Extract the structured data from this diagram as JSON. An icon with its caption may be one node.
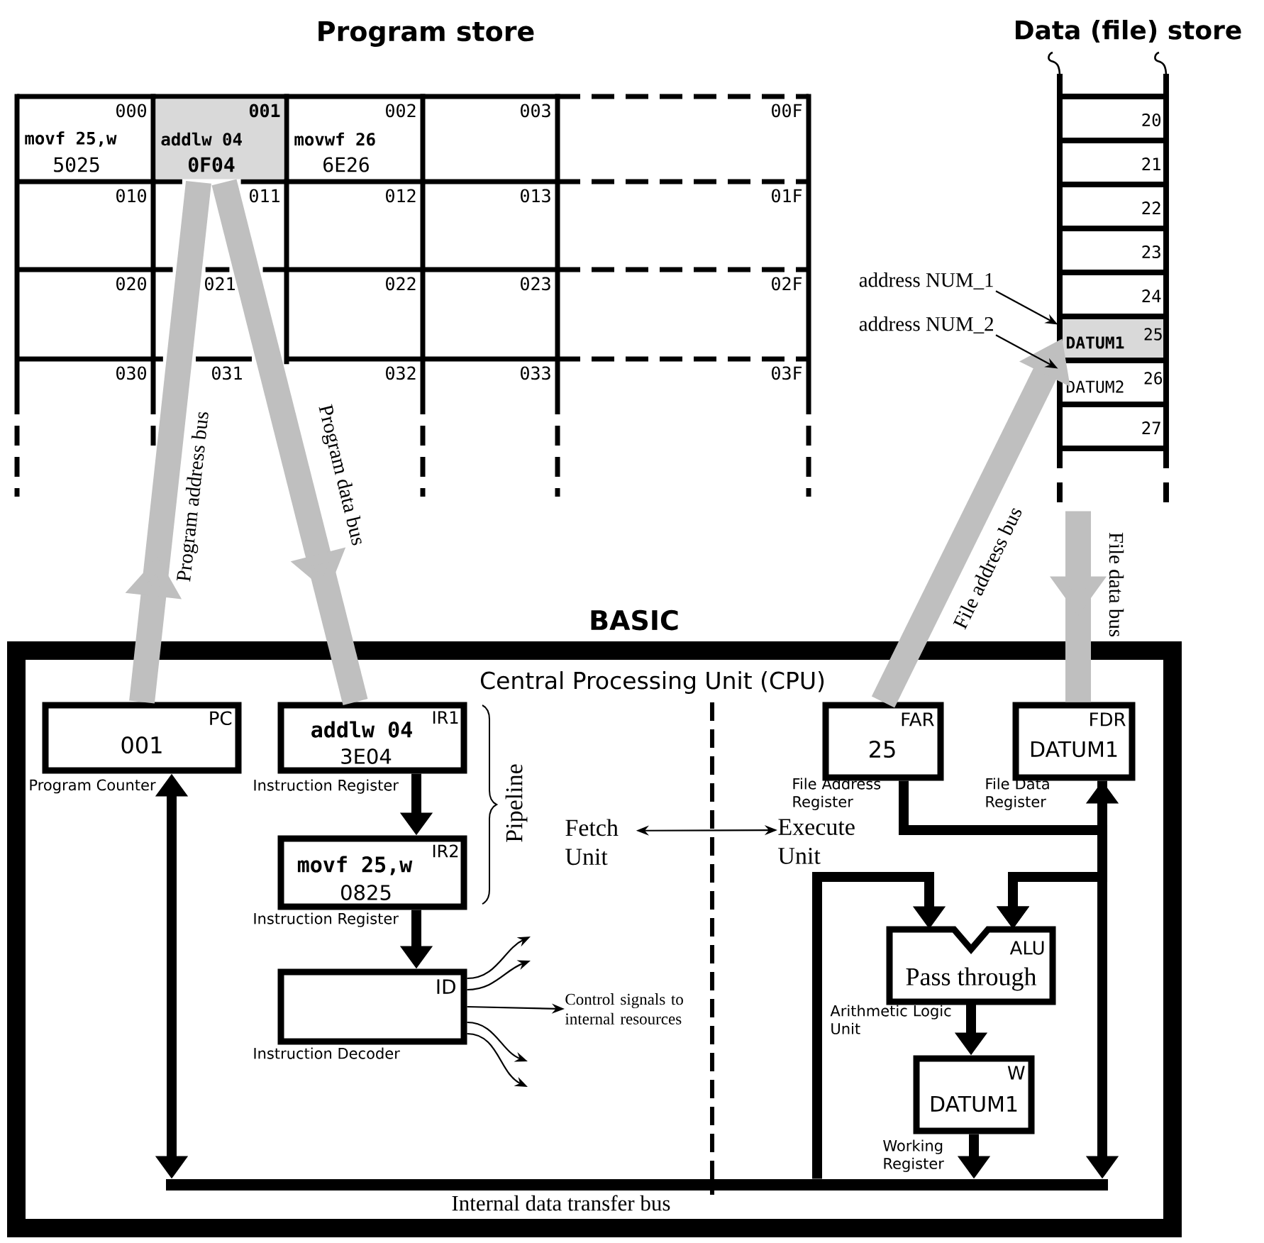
{
  "diagram": {
    "nodes": [
      {
        "text": [
          "Program store"
        ]
      },
      {
        "text": [
          "000",
          "movf 25,w",
          "5025"
        ],
        "in": 0
      },
      {
        "text": [
          "001",
          "addlw 04",
          "0F04"
        ],
        "in": 0
      },
      {
        "text": [
          "002",
          "movwf 26",
          "6E26"
        ],
        "in": 0
      },
      {
        "text": [
          "003"
        ],
        "in": 0
      },
      {
        "text": [
          "00F"
        ],
        "in": 0
      },
      {
        "text": [
          "010"
        ],
        "in": 0
      },
      {
        "text": [
          "011"
        ],
        "in": 0
      },
      {
        "text": [
          "012"
        ],
        "in": 0
      },
      {
        "text": [
          "013"
        ],
        "in": 0
      },
      {
        "text": [
          "01F"
        ],
        "in": 0
      },
      {
        "text": [
          "020"
        ],
        "in": 0
      },
      {
        "text": [
          "021"
        ],
        "in": 0
      },
      {
        "text": [
          "022"
        ],
        "in": 0
      },
      {
        "text": [
          "023"
        ],
        "in": 0
      },
      {
        "text": [
          "02F"
        ],
        "in": 0
      },
      {
        "text": [
          "030"
        ],
        "in": 0
      },
      {
        "text": [
          "031"
        ],
        "in": 0
      },
      {
        "text": [
          "032"
        ],
        "in": 0
      },
      {
        "text": [
          "033"
        ],
        "in": 0
      },
      {
        "text": [
          "03F"
        ],
        "in": 0
      },
      {
        "text": [
          "Data (file) store"
        ]
      },
      {
        "text": [
          "20"
        ],
        "in": 21
      },
      {
        "text": [
          "21"
        ],
        "in": 21
      },
      {
        "text": [
          "22"
        ],
        "in": 21
      },
      {
        "text": [
          "23"
        ],
        "in": 21
      },
      {
        "text": [
          "24"
        ],
        "in": 21
      },
      {
        "text": [
          "DATUM1",
          "25"
        ],
        "in": 21
      },
      {
        "text": [
          "DATUM2",
          "26"
        ],
        "in": 21
      },
      {
        "text": [
          "27"
        ],
        "in": 21
      },
      {
        "text": [
          "address NUM_1"
        ]
      },
      {
        "text": [
          "address NUM_2"
        ]
      },
      {
        "text": [
          "BASIC",
          "Central Processing Unit (CPU)"
        ]
      },
      {
        "text": [
          "PC",
          "001"
        ],
        "beside": [
          "Program Counter"
        ],
        "in": 32
      },
      {
        "text": [
          "addlw 04",
          "IR1",
          "3E04"
        ],
        "beside": [
          "Instruction Register"
        ],
        "in": 32
      },
      {
        "text": [
          "movf 25,w",
          "IR2",
          "0825"
        ],
        "beside": [
          "Instruction Register"
        ],
        "in": 32
      },
      {
        "text": [
          "ID"
        ],
        "beside": [
          "Instruction Decoder"
        ],
        "in": 32
      },
      {
        "text": [
          "Fetch Unit"
        ],
        "in": 32
      },
      {
        "text": [
          "Execute Unit"
        ],
        "in": 32
      },
      {
        "text": [
          "Control signals to internal resources"
        ],
        "in": 32
      },
      {
        "text": [
          "FAR",
          "25"
        ],
        "beside": [
          "File Address Register"
        ],
        "in": 32
      },
      {
        "text": [
          "FDR",
          "DATUM1"
        ],
        "beside": [
          "File Data Register"
        ],
        "in": 32
      },
      {
        "text": [
          "ALU",
          "Pass through"
        ],
        "beside": [
          "Arithmetic Logic Unit"
        ],
        "in": 32
      },
      {
        "text": [
          "W",
          "DATUM1"
        ],
        "beside": [
          "Working Register"
        ],
        "in": 32
      },
      {
        "text": [],
        "shape": "bar",
        "beside": [
          "Internal data transfer bus"
        ],
        "in": 32
      }
    ],
    "edges": [
      {
        "from": 33,
        "to": 2,
        "arrow": "to",
        "label": "Program address bus",
        "style": "thick",
        "color": "#bfbfbf"
      },
      {
        "from": 2,
        "to": 34,
        "arrow": "to",
        "label": "Program data bus",
        "style": "thick",
        "color": "#bfbfbf"
      },
      {
        "from": 40,
        "to": 27,
        "arrow": "to",
        "label": "File address bus",
        "style": "thick",
        "color": "#bfbfbf"
      },
      {
        "from": 21,
        "to": 41,
        "arrow": "to",
        "label": "File data bus",
        "style": "thick",
        "color": "#bfbfbf"
      },
      {
        "from": 30,
        "to": 27,
        "arrow": "to"
      },
      {
        "from": 31,
        "to": 28,
        "arrow": "to"
      },
      {
        "from": 34,
        "to": 35,
        "arrow": "to"
      },
      {
        "from": 35,
        "to": 36,
        "arrow": "to"
      },
      {
        "from": 33,
        "to": 44,
        "arrow": "both"
      },
      {
        "from": 37,
        "to": 38,
        "arrow": "both"
      },
      {
        "from": 36,
        "to": null,
        "arrow": "to"
      },
      {
        "from": 36,
        "to": null,
        "arrow": "to"
      },
      {
        "from": 36,
        "to": 39,
        "arrow": "to"
      },
      {
        "from": 36,
        "to": null,
        "arrow": "to"
      },
      {
        "from": 36,
        "to": null,
        "arrow": "to"
      },
      {
        "from": 40,
        "to": 42,
        "arrow": "to"
      },
      {
        "from": 41,
        "to": 42,
        "arrow": "to"
      },
      {
        "from": 44,
        "to": 42,
        "arrow": "to"
      },
      {
        "from": 42,
        "to": 43,
        "arrow": "to"
      },
      {
        "from": 43,
        "to": 44,
        "arrow": "to"
      },
      {
        "from": 41,
        "to": 44,
        "arrow": "both"
      }
    ],
    "labels": [
      "Pipeline"
    ]
  }
}
